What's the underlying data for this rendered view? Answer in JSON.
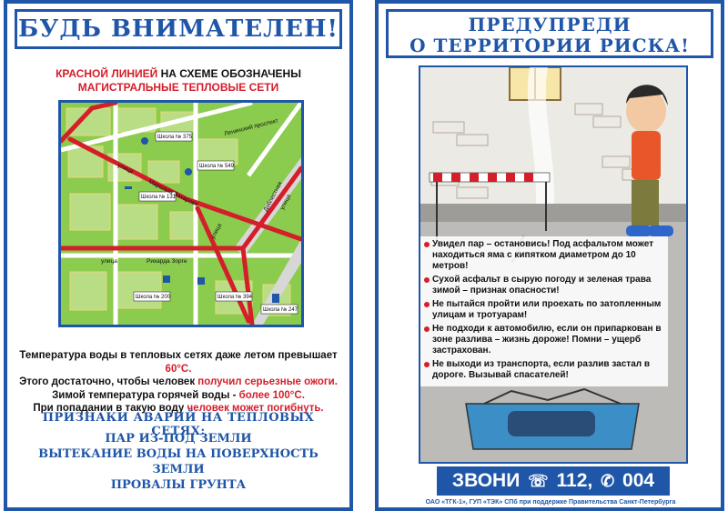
{
  "left": {
    "title": "БУДЬ ВНИМАТЕЛЕН!",
    "legend_red": "КРАСНОЙ ЛИНИЕЙ",
    "legend_black": "НА СХЕМЕ ОБОЗНАЧЕНЫ",
    "legend_line2": "МАГИСТРАЛЬНЫЕ ТЕПЛОВЫЕ СЕТИ",
    "map": {
      "schools": [
        "Школа № 375",
        "Школа № 549",
        "Школа № 131",
        "Школа № 200",
        "Школа № 394",
        "Школа № 247"
      ],
      "streets": [
        "Ленинский проспект",
        "улица",
        "Маршала Захарова",
        "улица",
        "Доблестная",
        "улица",
        "Рихарда Зорге",
        "улица"
      ]
    },
    "info": {
      "l1": "Температура воды в тепловых сетях даже летом превышает ",
      "l1_val": "60°С.",
      "l2": "Этого достаточно, чтобы человек ",
      "l2_red": "получил серьезные ожоги.",
      "l3": "Зимой температура горячей воды - ",
      "l3_red": "более 100°С.",
      "l4": "При попадании в такую воду ",
      "l4_red": "человек может погибнуть."
    },
    "signs_heading": "ПРИЗНАКИ АВАРИЙ НА ТЕПЛОВЫХ СЕТЯХ:",
    "signs": [
      "ПАР ИЗ-ПОД ЗЕМЛИ",
      "ВЫТЕКАНИЕ ВОДЫ НА ПОВЕРХНОСТЬ ЗЕМЛИ",
      "ПРОВАЛЫ ГРУНТА"
    ]
  },
  "right": {
    "title_l1": "ПРЕДУПРЕДИ",
    "title_l2": "О ТЕРРИТОРИИ РИСКА!",
    "rules": [
      "Увидел пар – остановись! Под асфальтом может находиться яма с кипятком диаметром до 10 метров!",
      "Сухой асфальт в сырую погоду и зеленая трава зимой – признак опасности!",
      "Не пытайся пройти или проехать по затопленным улицам и тротуарам!",
      "Не подходи к автомобилю, если он припаркован в зоне разлива – жизнь дороже! Помни – ущерб застрахован.",
      "Не выходи из транспорта, если разлив застал в дороге. Вызывай спасателей!"
    ],
    "call_label": "ЗВОНИ",
    "call_112": "112,",
    "call_004": "004",
    "footer": "ОАО «ТГК-1», ГУП «ТЭК» СПб при поддержке Правительства Санкт-Петербурга"
  },
  "colors": {
    "accent_blue": "#1f56a8",
    "alert_red": "#d41e2a",
    "map_green": "#8bcb4e"
  },
  "icons": [
    "phone-icon",
    "handset-icon"
  ]
}
